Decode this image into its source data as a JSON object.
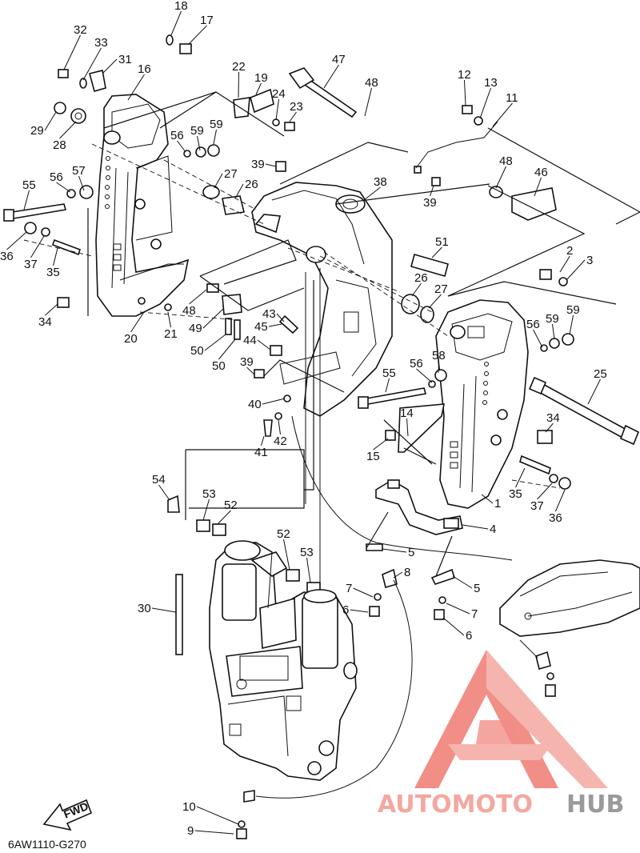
{
  "diagram": {
    "code": "6AW1110-G270",
    "fwd_label": "FWD",
    "watermark": {
      "part1": "AUTOMOTO",
      "part2": "HUB",
      "color1": "#f4a7a0",
      "color2": "#9a9a9a",
      "accent": "#ef5350"
    },
    "callouts": [
      {
        "n": "1"
      },
      {
        "n": "2"
      },
      {
        "n": "3"
      },
      {
        "n": "4"
      },
      {
        "n": "5"
      },
      {
        "n": "5"
      },
      {
        "n": "6"
      },
      {
        "n": "6"
      },
      {
        "n": "7"
      },
      {
        "n": "7"
      },
      {
        "n": "8"
      },
      {
        "n": "9"
      },
      {
        "n": "10"
      },
      {
        "n": "11"
      },
      {
        "n": "12"
      },
      {
        "n": "13"
      },
      {
        "n": "14"
      },
      {
        "n": "15"
      },
      {
        "n": "16"
      },
      {
        "n": "17"
      },
      {
        "n": "18"
      },
      {
        "n": "19"
      },
      {
        "n": "20"
      },
      {
        "n": "21"
      },
      {
        "n": "22"
      },
      {
        "n": "23"
      },
      {
        "n": "24"
      },
      {
        "n": "25"
      },
      {
        "n": "26"
      },
      {
        "n": "26"
      },
      {
        "n": "27"
      },
      {
        "n": "27"
      },
      {
        "n": "28"
      },
      {
        "n": "29"
      },
      {
        "n": "30"
      },
      {
        "n": "31"
      },
      {
        "n": "32"
      },
      {
        "n": "33"
      },
      {
        "n": "34"
      },
      {
        "n": "34"
      },
      {
        "n": "35"
      },
      {
        "n": "35"
      },
      {
        "n": "36"
      },
      {
        "n": "36"
      },
      {
        "n": "37"
      },
      {
        "n": "37"
      },
      {
        "n": "38"
      },
      {
        "n": "39"
      },
      {
        "n": "39"
      },
      {
        "n": "39"
      },
      {
        "n": "40"
      },
      {
        "n": "41"
      },
      {
        "n": "42"
      },
      {
        "n": "43"
      },
      {
        "n": "44"
      },
      {
        "n": "45"
      },
      {
        "n": "46"
      },
      {
        "n": "47"
      },
      {
        "n": "48"
      },
      {
        "n": "48"
      },
      {
        "n": "48"
      },
      {
        "n": "49"
      },
      {
        "n": "50"
      },
      {
        "n": "50"
      },
      {
        "n": "51"
      },
      {
        "n": "52"
      },
      {
        "n": "52"
      },
      {
        "n": "53"
      },
      {
        "n": "53"
      },
      {
        "n": "54"
      },
      {
        "n": "55"
      },
      {
        "n": "55"
      },
      {
        "n": "56"
      },
      {
        "n": "56"
      },
      {
        "n": "56"
      },
      {
        "n": "56"
      },
      {
        "n": "57"
      },
      {
        "n": "58"
      },
      {
        "n": "59"
      },
      {
        "n": "59"
      },
      {
        "n": "59"
      },
      {
        "n": "59"
      }
    ]
  }
}
